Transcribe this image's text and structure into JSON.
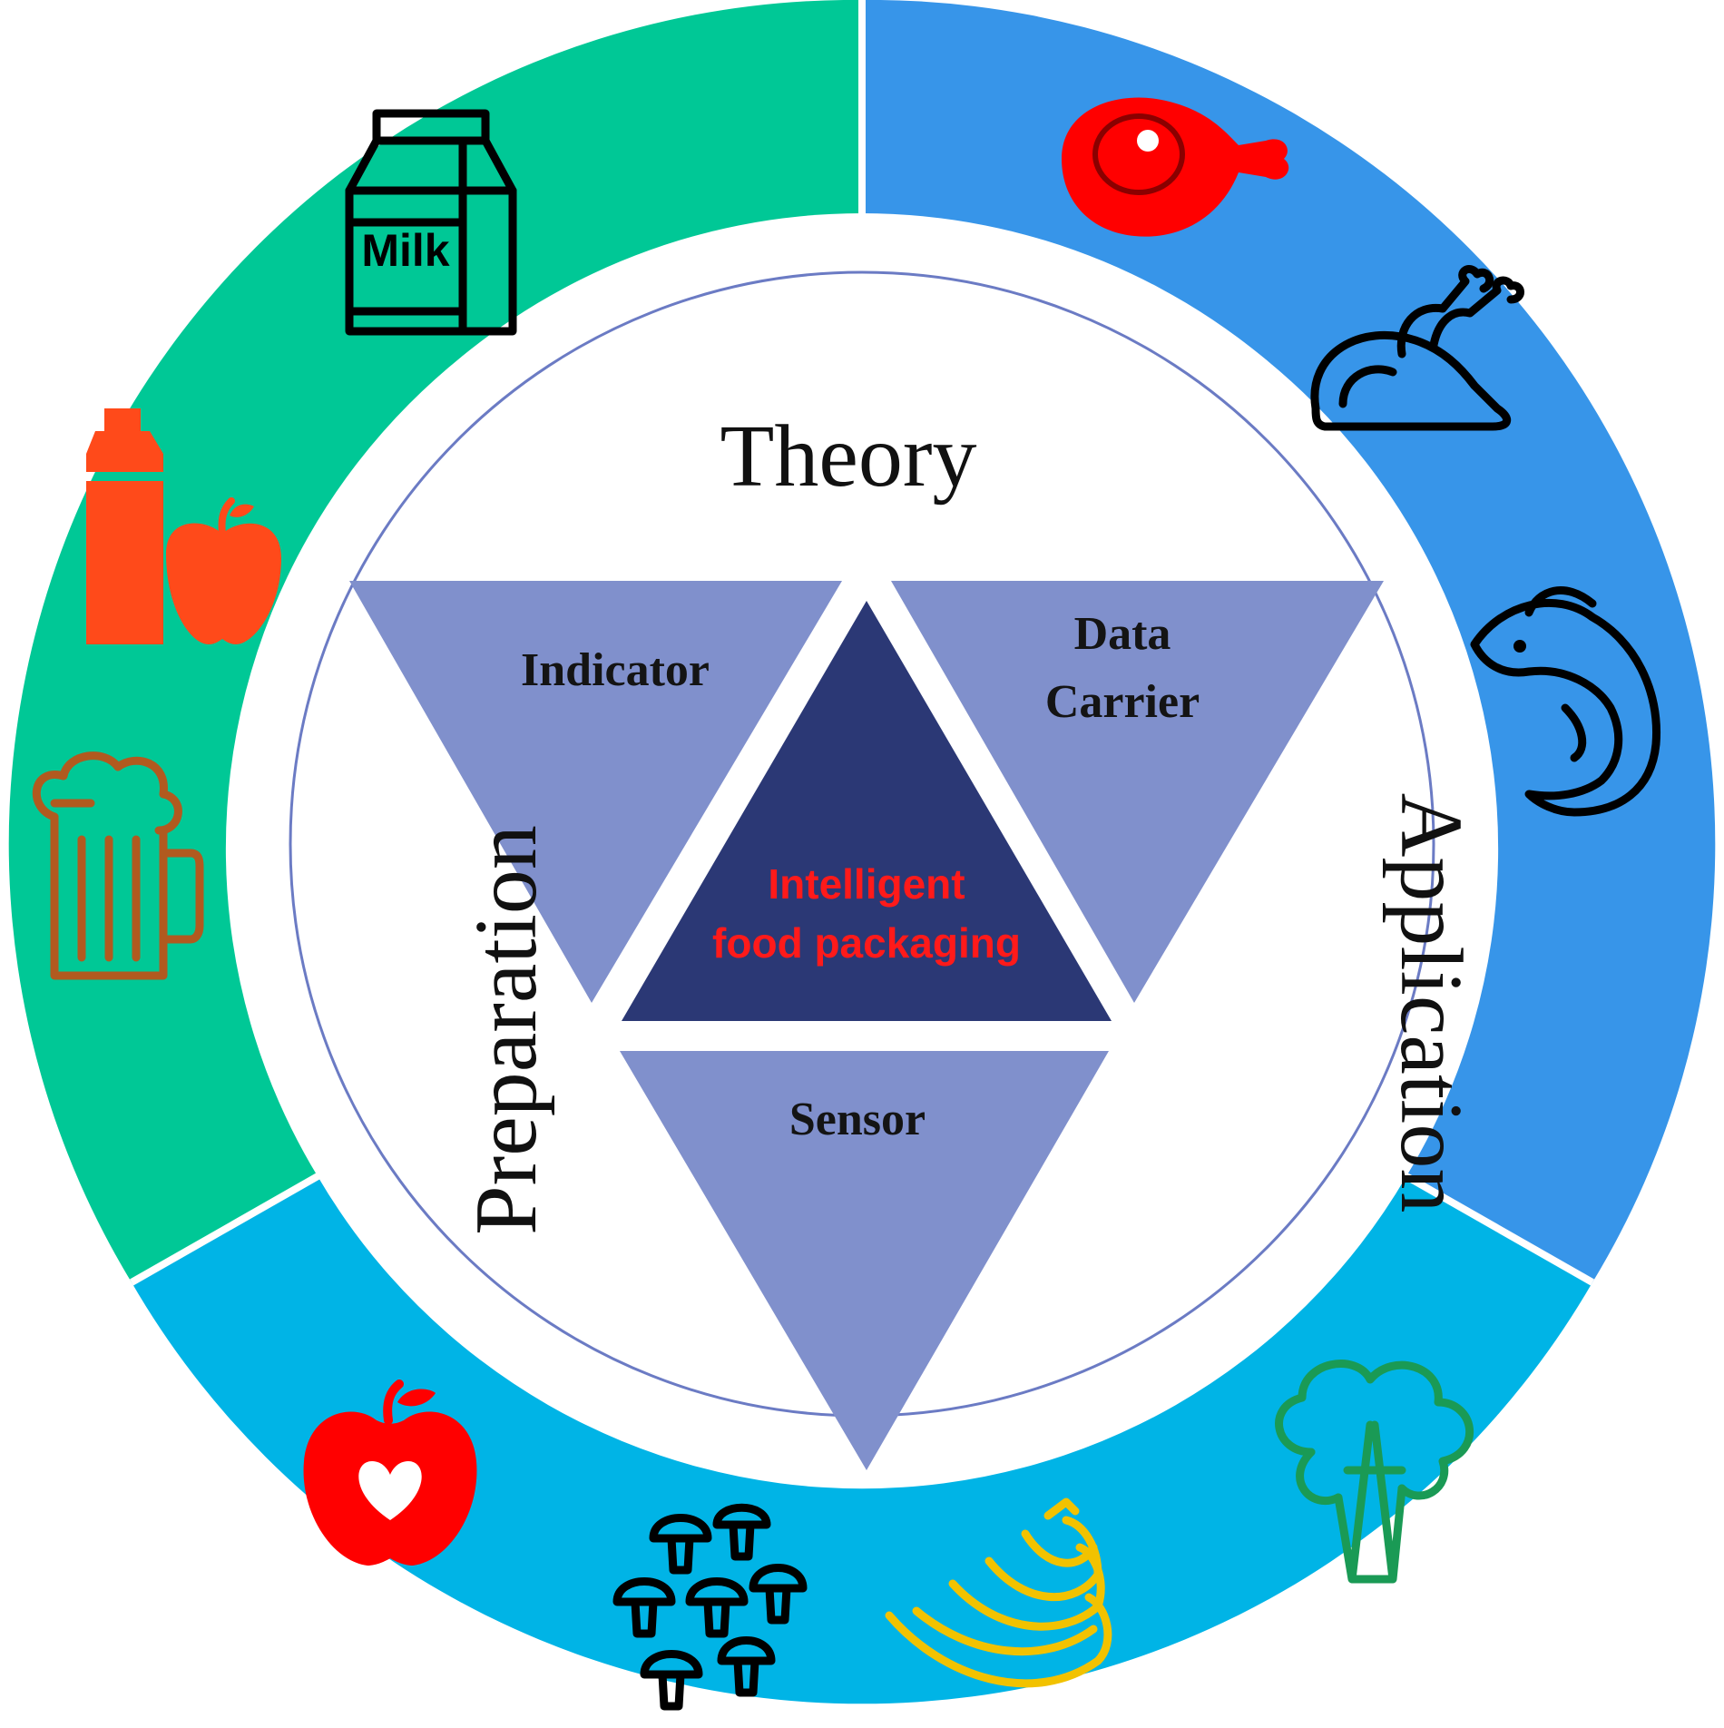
{
  "center": {
    "line1": "Intelligent",
    "line2": "food packaging",
    "color": "#ff1a1a",
    "fill": "#2b3875"
  },
  "components": {
    "indicator": "Indicator",
    "data_carrier_line1": "Data",
    "data_carrier_line2": "Carrier",
    "sensor": "Sensor",
    "fill": "#8090cc"
  },
  "aspects": {
    "theory": "Theory",
    "application": "Application",
    "preparation": "Preparation"
  },
  "ring": {
    "segments": [
      {
        "name": "dairy-beverage",
        "color": "#00c896"
      },
      {
        "name": "meat-fish",
        "color": "#3795e9"
      },
      {
        "name": "fruit-vegetable",
        "color": "#00b4e6"
      }
    ]
  },
  "icons": {
    "milk_carton_label": "Milk",
    "items": [
      "milk-carton-icon",
      "ham-icon",
      "roast-chicken-icon",
      "fish-icon",
      "broccoli-icon",
      "banana-icon",
      "mushrooms-icon",
      "apple-icon",
      "beer-mug-icon",
      "juice-bottle-apple-icon"
    ]
  }
}
